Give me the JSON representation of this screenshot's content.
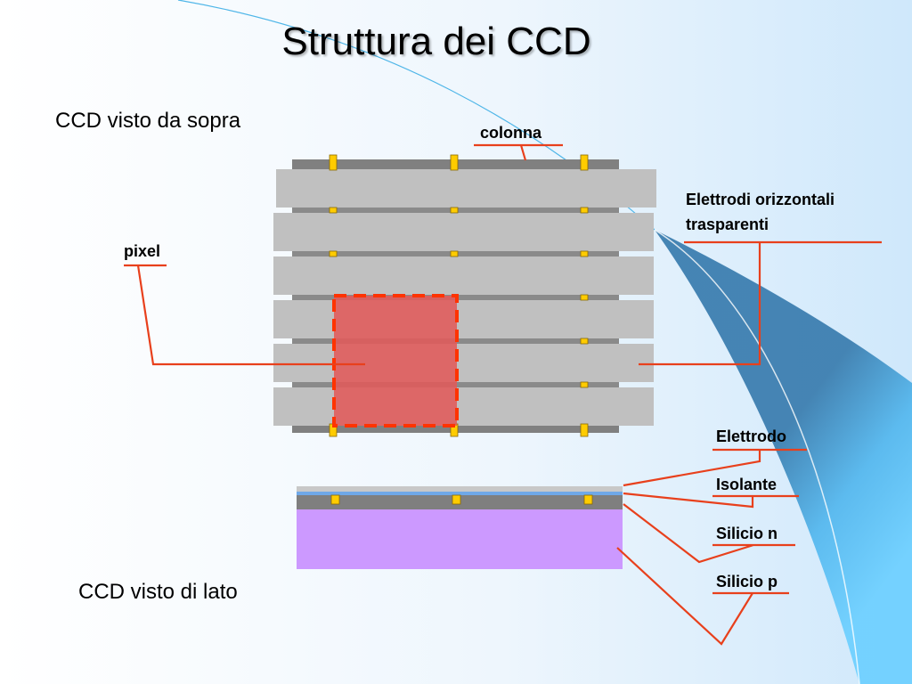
{
  "title": "Struttura dei CCD",
  "captions": {
    "top_view": "CCD visto da sopra",
    "side_view": "CCD visto di lato"
  },
  "labels": {
    "colonna": "colonna",
    "pixel": "pixel",
    "elettrodi_line1": "Elettrodi orizzontali",
    "elettrodi_line2": "trasparenti",
    "elettrodo": "Elettrodo",
    "isolante": "Isolante",
    "silicio_n": "Silicio n",
    "silicio_p": "Silicio p"
  },
  "colors": {
    "bar": "#c0c0c0",
    "column": "#808080",
    "electrode": "#ffcc00",
    "pixel_fill": "#e05a5a",
    "pixel_border": "#ff3300",
    "leader": "#e8401c",
    "insulator": "#6fa8e8",
    "silicon_n": "#7f7f7f",
    "silicon_p": "#cc99ff"
  }
}
